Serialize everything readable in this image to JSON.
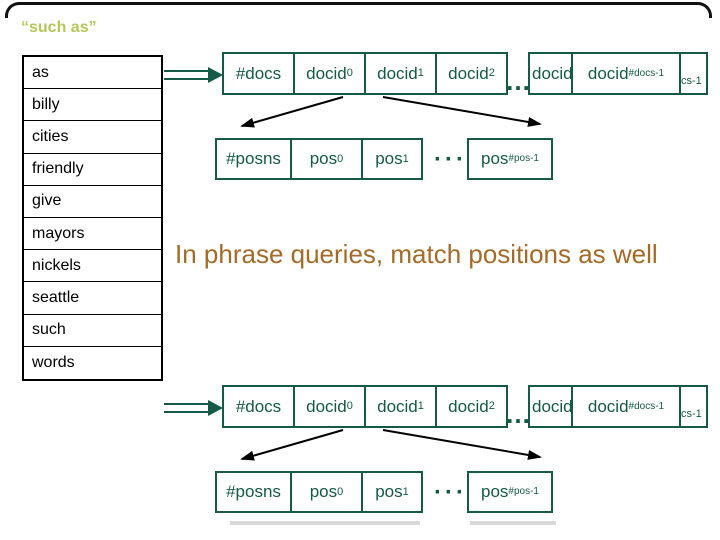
{
  "slide": {
    "title": "“such as”",
    "message": "In phrase queries, match positions as well",
    "colors": {
      "diagram_green": "#155a46",
      "title_olive": "#b5c75a",
      "message_brown": "#a46a28",
      "table_black": "#000000",
      "shadow_gray": "#d9d9d9"
    }
  },
  "dictionary": {
    "terms": [
      "as",
      "billy",
      "cities",
      "friendly",
      "give",
      "mayors",
      "nickels",
      "seattle",
      "such",
      "words"
    ]
  },
  "postings": {
    "doc_cells": [
      {
        "text": "#docs",
        "sub": ""
      },
      {
        "text": "docid",
        "sub": "0"
      },
      {
        "text": "docid",
        "sub": "1"
      },
      {
        "text": "docid",
        "sub": "2"
      }
    ],
    "doc_ellipsis": "…",
    "doc_tail": [
      {
        "text": "docid",
        "sub": ""
      },
      {
        "text": "docid",
        "sub": "#docs-1"
      },
      {
        "text": "",
        "sub": "cs-1"
      }
    ],
    "pos_cells": [
      {
        "text": "#posns",
        "sub": ""
      },
      {
        "text": "pos",
        "sub": "0"
      },
      {
        "text": "pos",
        "sub": "1"
      }
    ],
    "pos_ellipsis": "···",
    "pos_tail": {
      "text": "pos",
      "sub": "#pos-1"
    }
  }
}
